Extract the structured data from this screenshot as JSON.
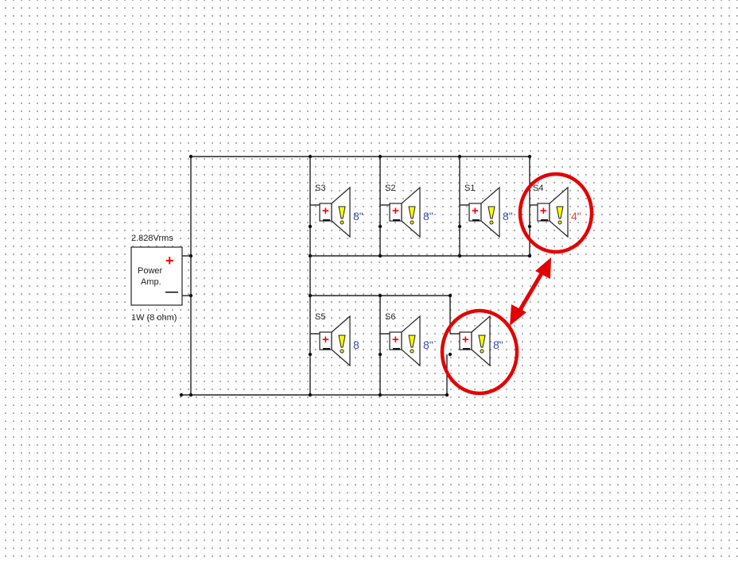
{
  "amplifier": {
    "voltage": "2.828Vrms",
    "name_line1": "Power",
    "name_line2": "Amp.",
    "rating": "1W (8 ohm)",
    "plus": "+",
    "minus": "—"
  },
  "speakers": [
    {
      "label": "S3",
      "size": "8\"",
      "highlighted": false
    },
    {
      "label": "S2",
      "size": "8\"",
      "highlighted": false
    },
    {
      "label": "S1",
      "size": "8\"",
      "highlighted": false
    },
    {
      "label": "S4",
      "size": "4\"",
      "highlighted": true
    },
    {
      "label": "S5",
      "size": "8",
      "highlighted": false
    },
    {
      "label": "S6",
      "size": "8\"",
      "highlighted": false
    },
    {
      "label": "",
      "size": "8\"",
      "highlighted": true
    }
  ],
  "colors": {
    "wire": "#222222",
    "terminal_red": "#ff0000",
    "annotation_red": "#e30000",
    "size_blue": "#3b4fb5",
    "size_red": "#ff3a3a",
    "exclaim_yellow": "#ffff00"
  },
  "annotation": {
    "type": "double-headed-arrow",
    "meaning": "swap"
  }
}
